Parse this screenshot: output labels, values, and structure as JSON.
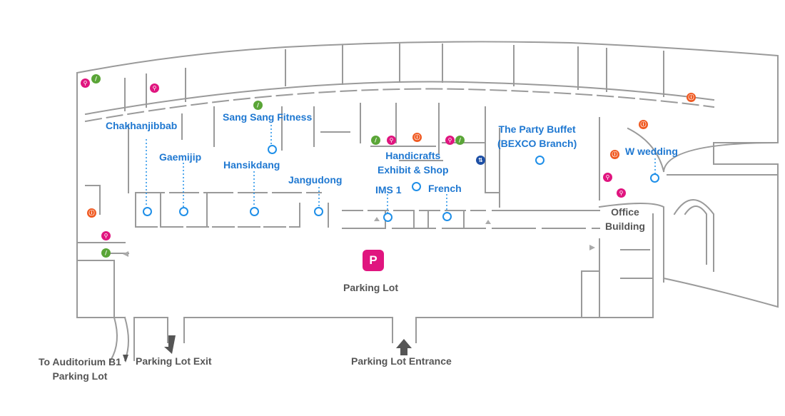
{
  "venues": [
    {
      "id": "chakhanjibbab",
      "label": "Chakhanjibbab"
    },
    {
      "id": "sang-sang-fitness",
      "label": "Sang Sang Fitness"
    },
    {
      "id": "gaemijip",
      "label": "Gaemijip"
    },
    {
      "id": "hansikdang",
      "label": "Hansikdang"
    },
    {
      "id": "jangudong",
      "label": "Jangudong"
    },
    {
      "id": "handicrafts",
      "label1": "Handicrafts",
      "label2": "Exhibit & Shop"
    },
    {
      "id": "ims1",
      "label": "IMS 1"
    },
    {
      "id": "french",
      "label": "French"
    },
    {
      "id": "party-buffet",
      "label1": "The Party Buffet",
      "label2": "(BEXCO Branch)"
    },
    {
      "id": "w-wedding",
      "label": "W wedding"
    }
  ],
  "buildings": {
    "office_1": "Office",
    "office_2": "Building"
  },
  "parking": {
    "badge": "P",
    "label": "Parking Lot"
  },
  "exits": {
    "auditorium_1": "To Auditorium B1",
    "auditorium_2": "Parking Lot",
    "exit": "Parking Lot Exit",
    "entrance": "Parking Lot Entrance"
  },
  "icons": [
    "restroom-icon",
    "fire-extinguisher-icon",
    "smoking-area-icon",
    "elevator-icon"
  ],
  "colors": {
    "venue_text": "#1f78d1",
    "pin": "#1f8fe8",
    "parking": "#e0157f",
    "walls": "#9a9a9a",
    "grey_text": "#555555"
  }
}
